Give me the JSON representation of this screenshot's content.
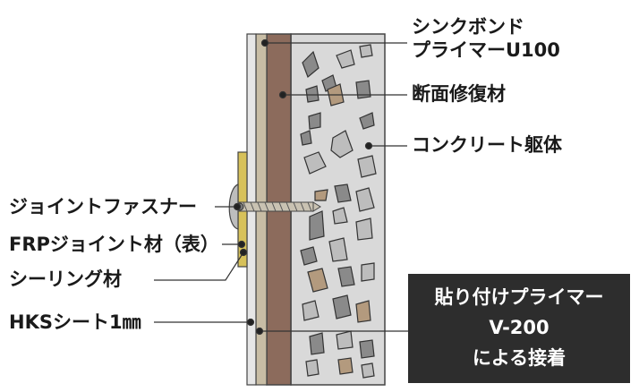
{
  "labels": {
    "primer_u100_line1": "シンクボンド",
    "primer_u100_line2": "プライマーU100",
    "repair_material": "断面修復材",
    "concrete_body": "コンクリート躯体",
    "joint_fastener": "ジョイントファスナー",
    "frp_joint": "FRPジョイント材（表）",
    "sealing": "シーリング材",
    "hks_sheet": "HKSシート1㎜"
  },
  "callout": {
    "line1": "貼り付けプライマー",
    "line2": "V-200",
    "line3": "による接着"
  },
  "colors": {
    "concrete": "#d9d9d9",
    "repair": "#8c6b5c",
    "primer_layer": "#c8bda5",
    "sheet": "#e6e6e6",
    "frp": "#d7c15a",
    "aggregate_gray": "#8a8a8a",
    "aggregate_tan": "#b39a7e",
    "callout_bg": "#2d2d2d"
  }
}
